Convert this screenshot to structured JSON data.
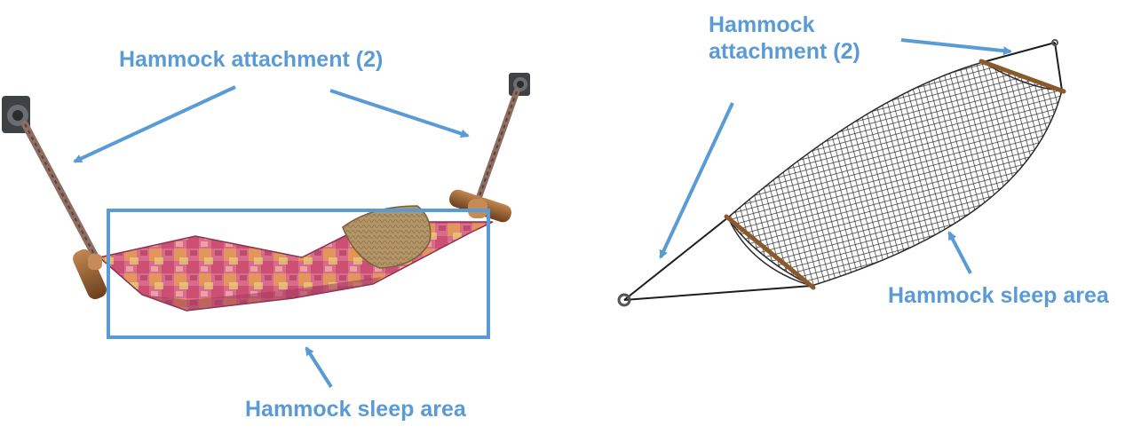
{
  "colors": {
    "accent": "#5b9bd5",
    "net": "#2b2b2b",
    "wood": "#8a5a2b",
    "fabric": "#d96b8c"
  },
  "left_panel": {
    "attachment_label": "Hammock attachment (2)",
    "sleep_label": "Hammock sleep area"
  },
  "right_panel": {
    "attachment_label_line1": "Hammock",
    "attachment_label_line2": "attachment (2)",
    "sleep_label": "Hammock sleep area"
  },
  "icons": [
    "wall-mount-icon",
    "rope-icon",
    "pillow-icon",
    "eyelet-icon"
  ]
}
